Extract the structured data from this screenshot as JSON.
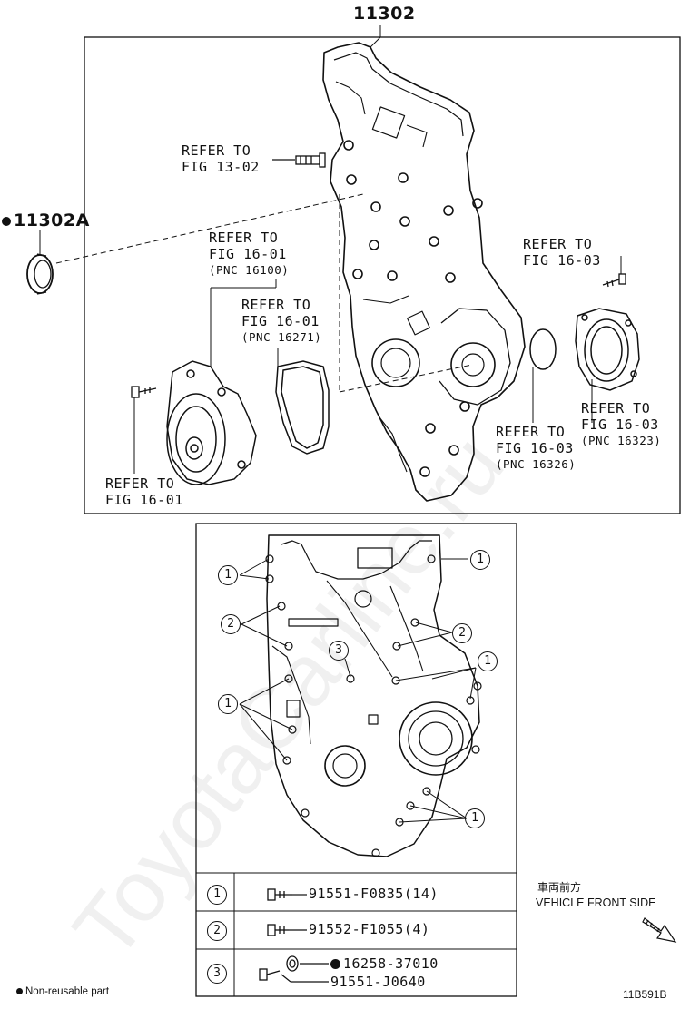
{
  "diagram": {
    "main_part_number": "11302",
    "oil_seal_part_number": "11302A",
    "watermark": "ToyotaCarline.ru",
    "upper_labels": {
      "refer_13_02": [
        "REFER TO",
        "FIG 13-02"
      ],
      "refer_16_01_pnc16100": [
        "REFER TO",
        "FIG 16-01",
        "(PNC 16100)"
      ],
      "refer_16_01_pnc16271": [
        "REFER TO",
        "FIG 16-01",
        "(PNC 16271)"
      ],
      "refer_16_01_bolt": [
        "REFER TO",
        "FIG 16-01"
      ],
      "refer_16_03_bolt": [
        "REFER TO",
        "FIG 16-03"
      ],
      "refer_16_03_pnc16323": [
        "REFER TO",
        "FIG 16-03",
        "(PNC 16323)"
      ],
      "refer_16_03_pnc16326": [
        "REFER TO",
        "FIG 16-03",
        "(PNC 16326)"
      ]
    },
    "callouts": [
      "1",
      "2",
      "3"
    ],
    "legend": [
      {
        "index": "1",
        "part": "91551-F0835(14)"
      },
      {
        "index": "2",
        "part": "91552-F1055(4)"
      },
      {
        "index": "3",
        "part": "16258-37010",
        "part2": "91551-J0640"
      }
    ],
    "vehicle_front_jp": "車両前方",
    "vehicle_front_en": "VEHICLE FRONT SIDE",
    "footnote": "Non-reusable part",
    "figure_code": "11B591B"
  }
}
